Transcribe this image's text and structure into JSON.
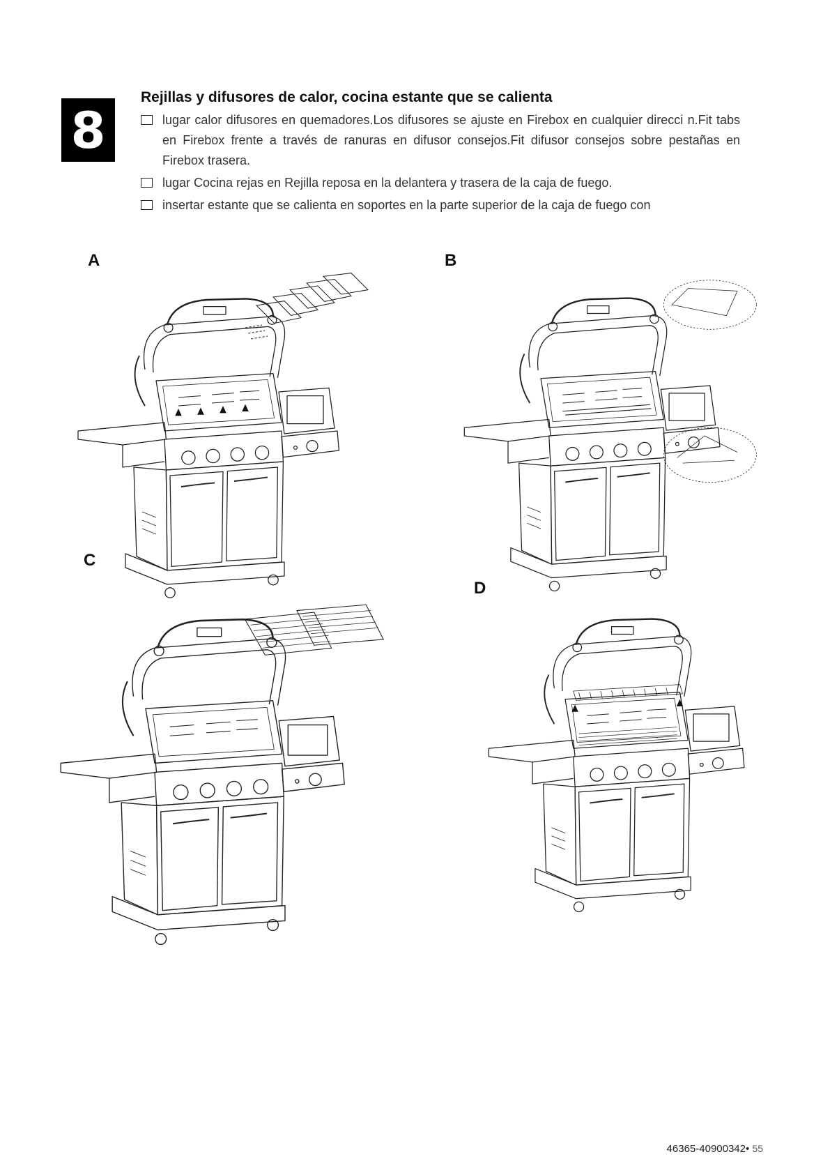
{
  "step": {
    "number": "8"
  },
  "title": "Rejillas y difusores de calor, cocina estante que se calienta",
  "items": [
    {
      "text": "lugar calor difusores en quemadores.Los difusores se ajuste en Firebox en cualquier direcci n.Fit tabs en Firebox frente a través de ranuras en difusor consejos.Fit difusor consejos sobre pestañas en Firebox trasera."
    },
    {
      "text": "lugar Cocina rejas en Rejilla reposa en la delantera y trasera de la caja de fuego."
    },
    {
      "text": "insertar estante que se calienta en soportes en la parte superior de la caja de fuego con"
    }
  ],
  "figures": {
    "a": {
      "label": "A"
    },
    "b": {
      "label": "B"
    },
    "c": {
      "label": "C"
    },
    "d": {
      "label": "D"
    }
  },
  "footer": {
    "doc_number": "46365-40900342•",
    "page": "55"
  }
}
